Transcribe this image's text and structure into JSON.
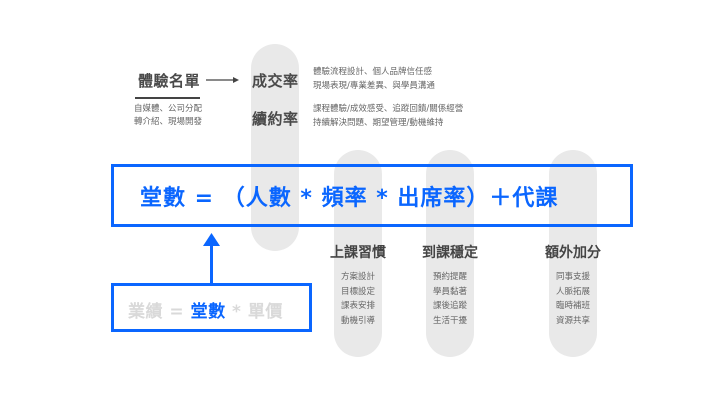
{
  "colors": {
    "accent": "#0a66ff",
    "pill": "#e9e9e9",
    "muted": "#d9d9d9",
    "text": "#4a4a4a"
  },
  "source": {
    "title": "體驗名單",
    "lines": [
      "自媒體、公司分配",
      "轉介紹、現場開發"
    ]
  },
  "rates": [
    {
      "title": "成交率",
      "lines": [
        "體驗流程設計、個人品牌信任感",
        "現場表現/專業差異、與學員溝通"
      ]
    },
    {
      "title": "續約率",
      "lines": [
        "課程體驗/成效感受、追蹤回饋/關係經營",
        "持續解決問題、期望管理/動機維持"
      ]
    }
  ],
  "formula": {
    "main": "堂數 = （人數 * 頻率 * 出席率）＋代課",
    "sub_parts": [
      "業績 = ",
      "堂數",
      " * 單價"
    ]
  },
  "factors": [
    {
      "title": "上課習慣",
      "items": [
        "方案設計",
        "目標設定",
        "課表安排",
        "動機引導"
      ]
    },
    {
      "title": "到課穩定",
      "items": [
        "預約提醒",
        "學員黏著",
        "課後追蹤",
        "生活干擾"
      ]
    },
    {
      "title": "額外加分",
      "items": [
        "同事支援",
        "人脈拓展",
        "臨時補班",
        "資源共享"
      ]
    }
  ]
}
